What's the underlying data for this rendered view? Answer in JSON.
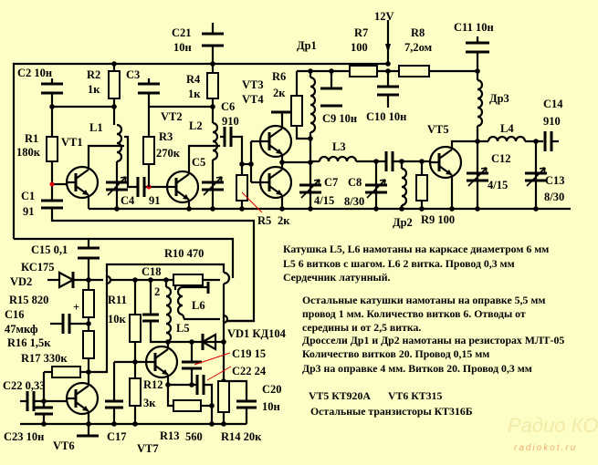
{
  "labels": {
    "v12": "12V",
    "c21": "C21",
    "c21v": "10н",
    "dr1": "Др1",
    "r7": "R7",
    "r7v": "100",
    "r8": "R8",
    "r8v": "7,2ом",
    "c11": "C11 10н",
    "c2": "C2  10н",
    "r2": "R2",
    "r2v": "1к",
    "c3": "C3",
    "r4": "R4",
    "r4v": "1к",
    "vt3": "VT3",
    "vt4": "VT4",
    "r6": "R6",
    "r6v": "2к",
    "c6": "C6",
    "c6v": "910",
    "vt2": "VT2",
    "l2": "L2",
    "r3": "R3",
    "r3v": "270к",
    "c5": "C5",
    "l1": "L1",
    "r1": "R1",
    "r1v": "180к",
    "vt1": "VT1",
    "c1": "C1",
    "c1v": "91",
    "c4": "C4",
    "c4v": "91",
    "r5": "R5",
    "r5v": "2к",
    "c9": "C9 10н",
    "c10": "C10 10н",
    "dr3": "Др3",
    "c14": "C14",
    "c14v": "910",
    "vt5": "VT5",
    "l4": "L4",
    "c12": "C12",
    "c12v": "4/15",
    "c13": "C13",
    "c13v": "8/30",
    "l3": "L3",
    "c7": "C7",
    "c7v": "4/15",
    "c8": "C8",
    "c8v": "8/30",
    "dr2": "Др2",
    "r9": "R9 100",
    "c15": "C15  0,1",
    "vd2type": "КС175",
    "vd2": "VD2",
    "r15": "R15 820",
    "c16": "C16",
    "c16v": "47мкф",
    "r16": "R16 1,5к",
    "r17": "R17 330к",
    "c22a": "C22 0,33",
    "c23": "C23 10н",
    "vt6": "VT6",
    "c17": "C17",
    "vt7": "VT7",
    "r13": "R13",
    "r13v": "560",
    "r14": "R14 20к",
    "c20": "C20",
    "c20v": "10н",
    "r10": "R10  470",
    "c18": "C18",
    "c18v": "2",
    "l6": "L6",
    "l5": "L5",
    "r11": "R11",
    "r11v": "10к",
    "r12": "R12",
    "r12v": "3к",
    "vd1": "VD1  КД104",
    "c19": "C19 15",
    "c22b": "C22  24",
    "plus": "+"
  },
  "notes": [
    "Катушка L5,  L6 намотаны на каркасе диаметром 6 мм",
    "L5  6 витков с шагом.  L6 2 витка. Провод 0,3 мм",
    "Сердечник латунный.",
    "Остальные катушки намотаны на оправке 5,5 мм",
    "провод 1 мм. Количество витков 6.  Отводы от",
    "середины и от 2,5 витка.",
    "Дроссели Др1 и Др2 намотаны на резисторах  МЛТ-05",
    "Количество витков 20. Провод 0,15 мм",
    "Др3 на оправке 4 мм. Витков 20.  Провод 0,3 мм"
  ],
  "transistors": {
    "vt5": "VT5  КТ920А",
    "vt6": "VT6  КТ315",
    "others": "Остальные транзисторы КТ316Б"
  },
  "watermark": {
    "logo": "Радио КОТ",
    "site": "radiokot.ru"
  },
  "colors": {
    "background": "#fdfdc6",
    "wire": "#000000",
    "pointer": "#e00000"
  }
}
